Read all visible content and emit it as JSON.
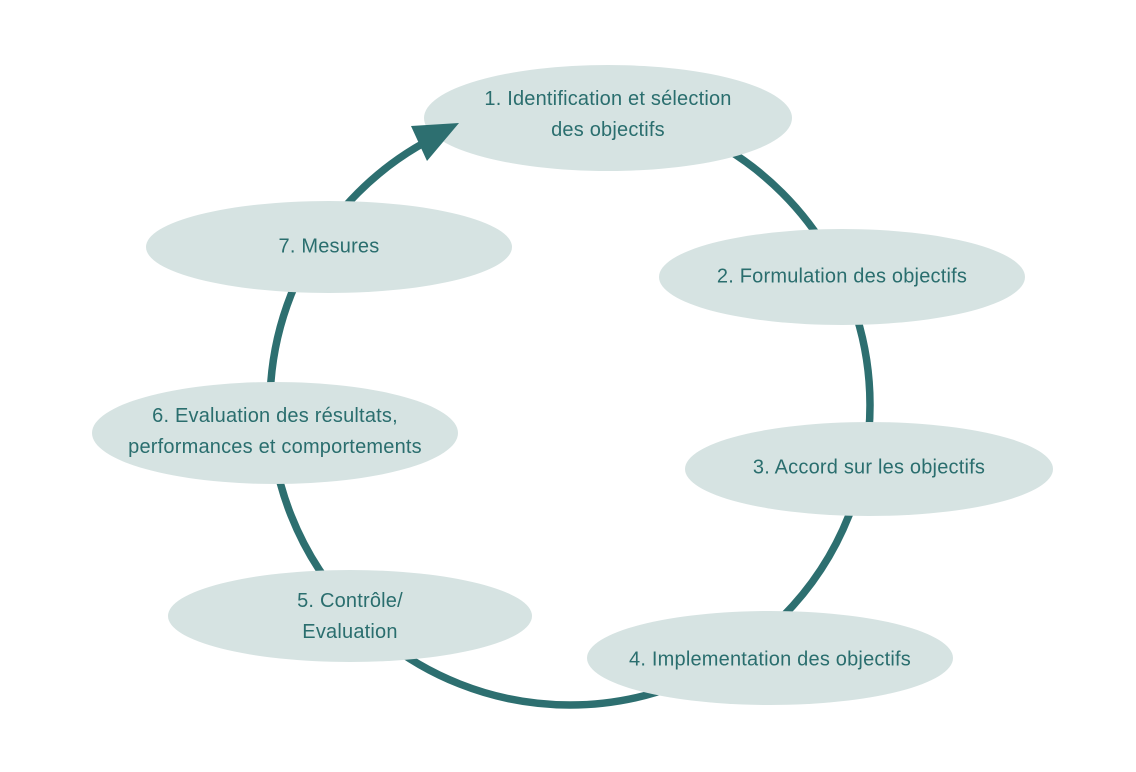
{
  "diagram": {
    "name": "cycle-objectifs",
    "type": "cycle",
    "direction": "clockwise",
    "colors": {
      "background": "#ffffff",
      "ellipse_fill": "#d6e3e2",
      "arrow_stroke": "#2d6f70",
      "text": "#2a6e6e"
    },
    "steps": [
      {
        "id": 1,
        "label": "1. Identification et sélection\ndes objectifs"
      },
      {
        "id": 2,
        "label": "2. Formulation des objectifs"
      },
      {
        "id": 3,
        "label": "3. Accord sur les objectifs"
      },
      {
        "id": 4,
        "label": "4. Implementation des objectifs"
      },
      {
        "id": 5,
        "label": "5. Contrôle/\nEvaluation"
      },
      {
        "id": 6,
        "label": "6. Evaluation des résultats,\nperformances et comportements"
      },
      {
        "id": 7,
        "label": "7. Mesures"
      }
    ]
  }
}
